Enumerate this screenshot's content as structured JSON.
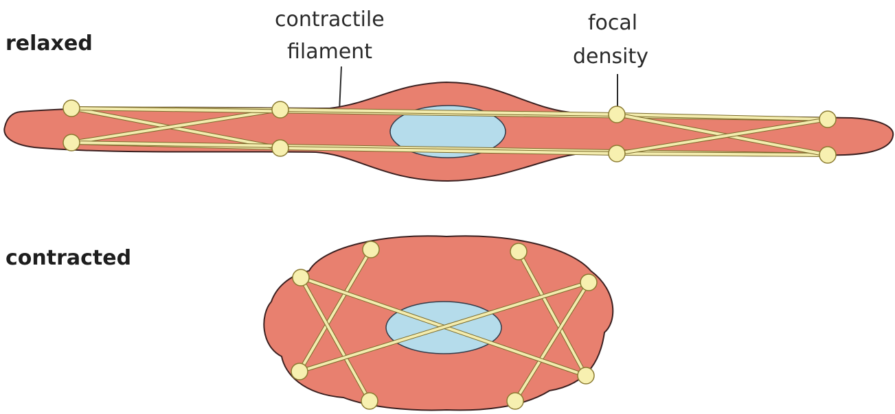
{
  "labels": {
    "relaxed": "relaxed",
    "contracted": "contracted",
    "contractile_filament_line1": "contractile",
    "contractile_filament_line2": "filament",
    "focal_density_line1": "focal",
    "focal_density_line2": "density"
  },
  "colors": {
    "cell_fill": "#e8806f",
    "nucleus_fill": "#b5dceb",
    "filament": "#f3ecae",
    "focal_density": "#f7f0b0"
  }
}
